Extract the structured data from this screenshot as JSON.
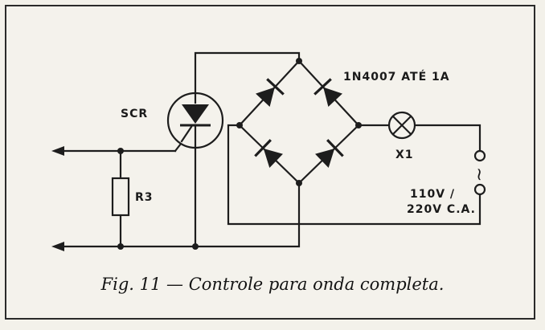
{
  "labels": {
    "scr": "SCR",
    "diode_spec": "1N4007 ATÉ 1A",
    "lamp": "X1",
    "resistor": "R3",
    "voltage_line1": "110V /",
    "voltage_line2": "220V C.A.",
    "ac_symbol": "~"
  },
  "caption": "Fig. 11 — Controle para onda completa.",
  "colors": {
    "ink": "#1d1d1d",
    "paper": "#f3f1ea"
  }
}
